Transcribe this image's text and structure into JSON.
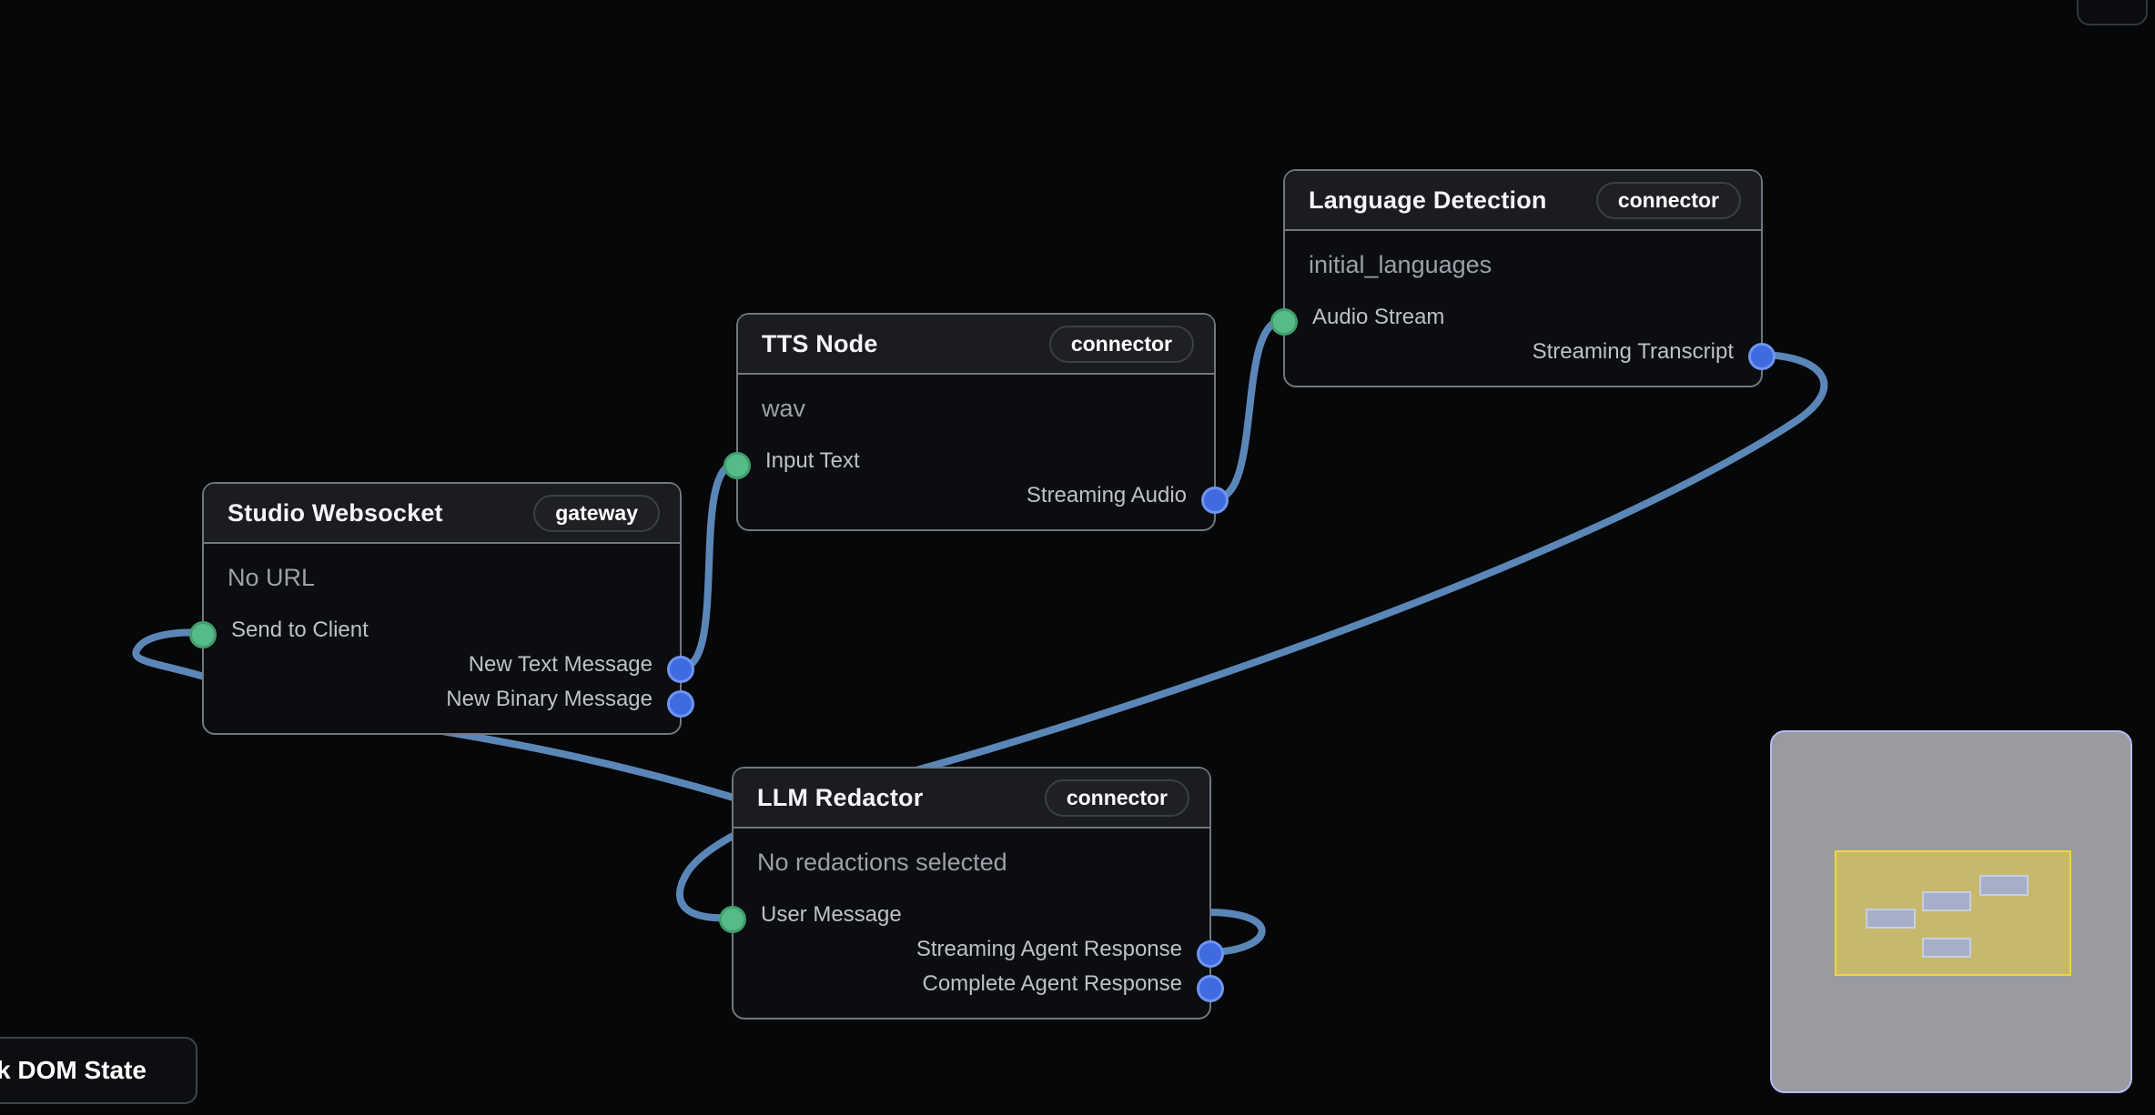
{
  "app": {
    "type": "node-flow-editor",
    "background_color": "#060708"
  },
  "nodes": [
    {
      "id": "studio-websocket",
      "title": "Studio Websocket",
      "badge": "gateway",
      "config": "No URL",
      "ports": [
        {
          "type": "input",
          "label": "Send to Client"
        },
        {
          "type": "output",
          "label": "New Text Message"
        },
        {
          "type": "output",
          "label": "New Binary Message"
        }
      ]
    },
    {
      "id": "tts-node",
      "title": "TTS Node",
      "badge": "connector",
      "config": "wav",
      "ports": [
        {
          "type": "input",
          "label": "Input Text"
        },
        {
          "type": "output",
          "label": "Streaming Audio"
        }
      ]
    },
    {
      "id": "language-detection",
      "title": "Language Detection",
      "badge": "connector",
      "config": "initial_languages",
      "ports": [
        {
          "type": "input",
          "label": "Audio Stream"
        },
        {
          "type": "output",
          "label": "Streaming Transcript"
        }
      ]
    },
    {
      "id": "llm-redactor",
      "title": "LLM Redactor",
      "badge": "connector",
      "config": "No redactions selected",
      "ports": [
        {
          "type": "input",
          "label": "User Message"
        },
        {
          "type": "output",
          "label": "Streaming Agent Response"
        },
        {
          "type": "output",
          "label": "Complete Agent Response"
        }
      ]
    }
  ],
  "edges": [
    {
      "source_node": "Studio Websocket",
      "source_port": "New Text Message",
      "target_node": "TTS Node",
      "target_port": "Input Text"
    },
    {
      "source_node": "TTS Node",
      "source_port": "Streaming Audio",
      "target_node": "Language Detection",
      "target_port": "Audio Stream"
    },
    {
      "source_node": "Language Detection",
      "source_port": "Streaming Transcript",
      "target_node": "LLM Redactor",
      "target_port": "User Message"
    },
    {
      "source_node": "LLM Redactor",
      "source_port": "Streaming Agent Response",
      "target_node": "Studio Websocket",
      "target_port": "Send to Client"
    }
  ],
  "buttons": {
    "dom_state_label": "ck DOM State"
  },
  "icons": {
    "top_right": "cursor-icon"
  },
  "minimap": {
    "present": true,
    "node_count": 4
  },
  "colors": {
    "edge": "#5b87b8",
    "input_handle": "#57bb88",
    "output_handle": "#3f6ae0",
    "node_border": "#71777f",
    "node_header_bg": "#1a1c20",
    "node_body_bg": "#0c0d10",
    "minimap_bg": "#9a9ba1",
    "minimap_border": "#b4bbf0",
    "minimap_viewport_border": "#f0d63a"
  }
}
